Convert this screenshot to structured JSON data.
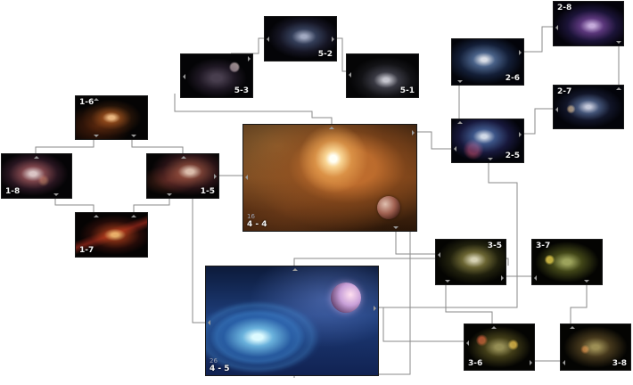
{
  "nodes": [
    {
      "id": "n16",
      "label": "1-6",
      "art": "orange nebula"
    },
    {
      "id": "n18",
      "label": "1-8",
      "art": "pink nebula"
    },
    {
      "id": "n15",
      "label": "1-5",
      "art": "red nebula"
    },
    {
      "id": "n17",
      "label": "1-7",
      "art": "red streak nebula"
    },
    {
      "id": "n53",
      "label": "5-3",
      "art": "gray nebula"
    },
    {
      "id": "n52",
      "label": "5-2",
      "art": "blue debris nebula"
    },
    {
      "id": "n51",
      "label": "5-1",
      "art": "white nebula"
    },
    {
      "id": "n44",
      "label": "4 - 4",
      "sub": "16",
      "art": "orange nebula with planet"
    },
    {
      "id": "n45",
      "label": "4 - 5",
      "sub": "26",
      "art": "blue spiral galaxy with planet"
    },
    {
      "id": "n26",
      "label": "2-6",
      "art": "blue nebula"
    },
    {
      "id": "n28",
      "label": "2-8",
      "art": "purple nebula"
    },
    {
      "id": "n27",
      "label": "2-7",
      "art": "blue nebula"
    },
    {
      "id": "n25",
      "label": "2-5",
      "art": "blue nebula with red star"
    },
    {
      "id": "n35",
      "label": "3-5",
      "art": "yellow nebula"
    },
    {
      "id": "n37",
      "label": "3-7",
      "art": "green-yellow nebula"
    },
    {
      "id": "n36",
      "label": "3-6",
      "art": "yellow nebula with red planet"
    },
    {
      "id": "n38",
      "label": "3-8",
      "art": "olive nebula"
    }
  ]
}
